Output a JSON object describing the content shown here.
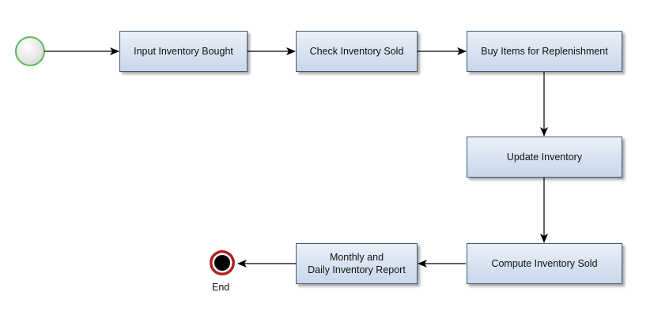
{
  "diagram": {
    "tasks": [
      {
        "id": "input",
        "label": "Input Inventory Bought"
      },
      {
        "id": "check",
        "label": "Check Inventory Sold"
      },
      {
        "id": "buy",
        "label": "Buy Items for Replenishment"
      },
      {
        "id": "update",
        "label": "Update Inventory"
      },
      {
        "id": "compute",
        "label": "Compute Inventory Sold"
      },
      {
        "id": "report",
        "label": "Monthly and\nDaily Inventory Report"
      }
    ],
    "end_label": "End"
  },
  "colors": {
    "start_stroke": "#5cb85c",
    "end_stroke": "#b22222",
    "task_fill_top": "#eaf0f8",
    "task_fill_bottom": "#c9d7ea",
    "task_border": "#3f5a7a"
  }
}
